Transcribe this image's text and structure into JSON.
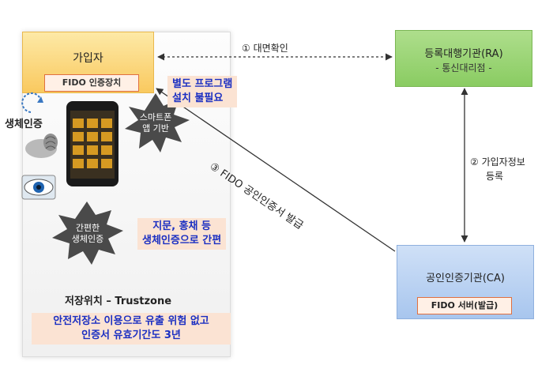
{
  "user_box": {
    "title": "가입자",
    "badge": "FIDO 인증장치"
  },
  "ra_box": {
    "title": "등록대행기관(RA)",
    "subtitle": "- 통신대리점 -"
  },
  "ca_box": {
    "title": "공인인증기관(CA)",
    "badge": "FIDO 서버(발급)"
  },
  "arrows": {
    "face_to_face": "① 대면확인",
    "user_info_line1": "② 가입자정보",
    "user_info_line2": "등록",
    "issue": "③ FIDO 공인인증서 발급"
  },
  "biometric_label": "생체인증",
  "starbursts": {
    "smartphone_line1": "스마트폰",
    "smartphone_line2": "앱 기반",
    "simple_line1": "간편한",
    "simple_line2": "생체인증"
  },
  "callouts": {
    "no_program_line1": "별도 프로그램",
    "no_program_line2": "설치 불필요",
    "fingerprint_line1": "지문, 홍채 등",
    "fingerprint_line2": "생체인증으로 간편",
    "safe_line1": "안전저장소 이용으로 유출 위험 없고",
    "safe_line2": "인증서 유효기간도 3년"
  },
  "storage_label": "저장위치 – Trustzone",
  "colors": {
    "callout_text": "#1b2fc2",
    "user_box": "#f9c95f",
    "ra_box": "#8acc62",
    "ca_box": "#a8c6ee"
  }
}
